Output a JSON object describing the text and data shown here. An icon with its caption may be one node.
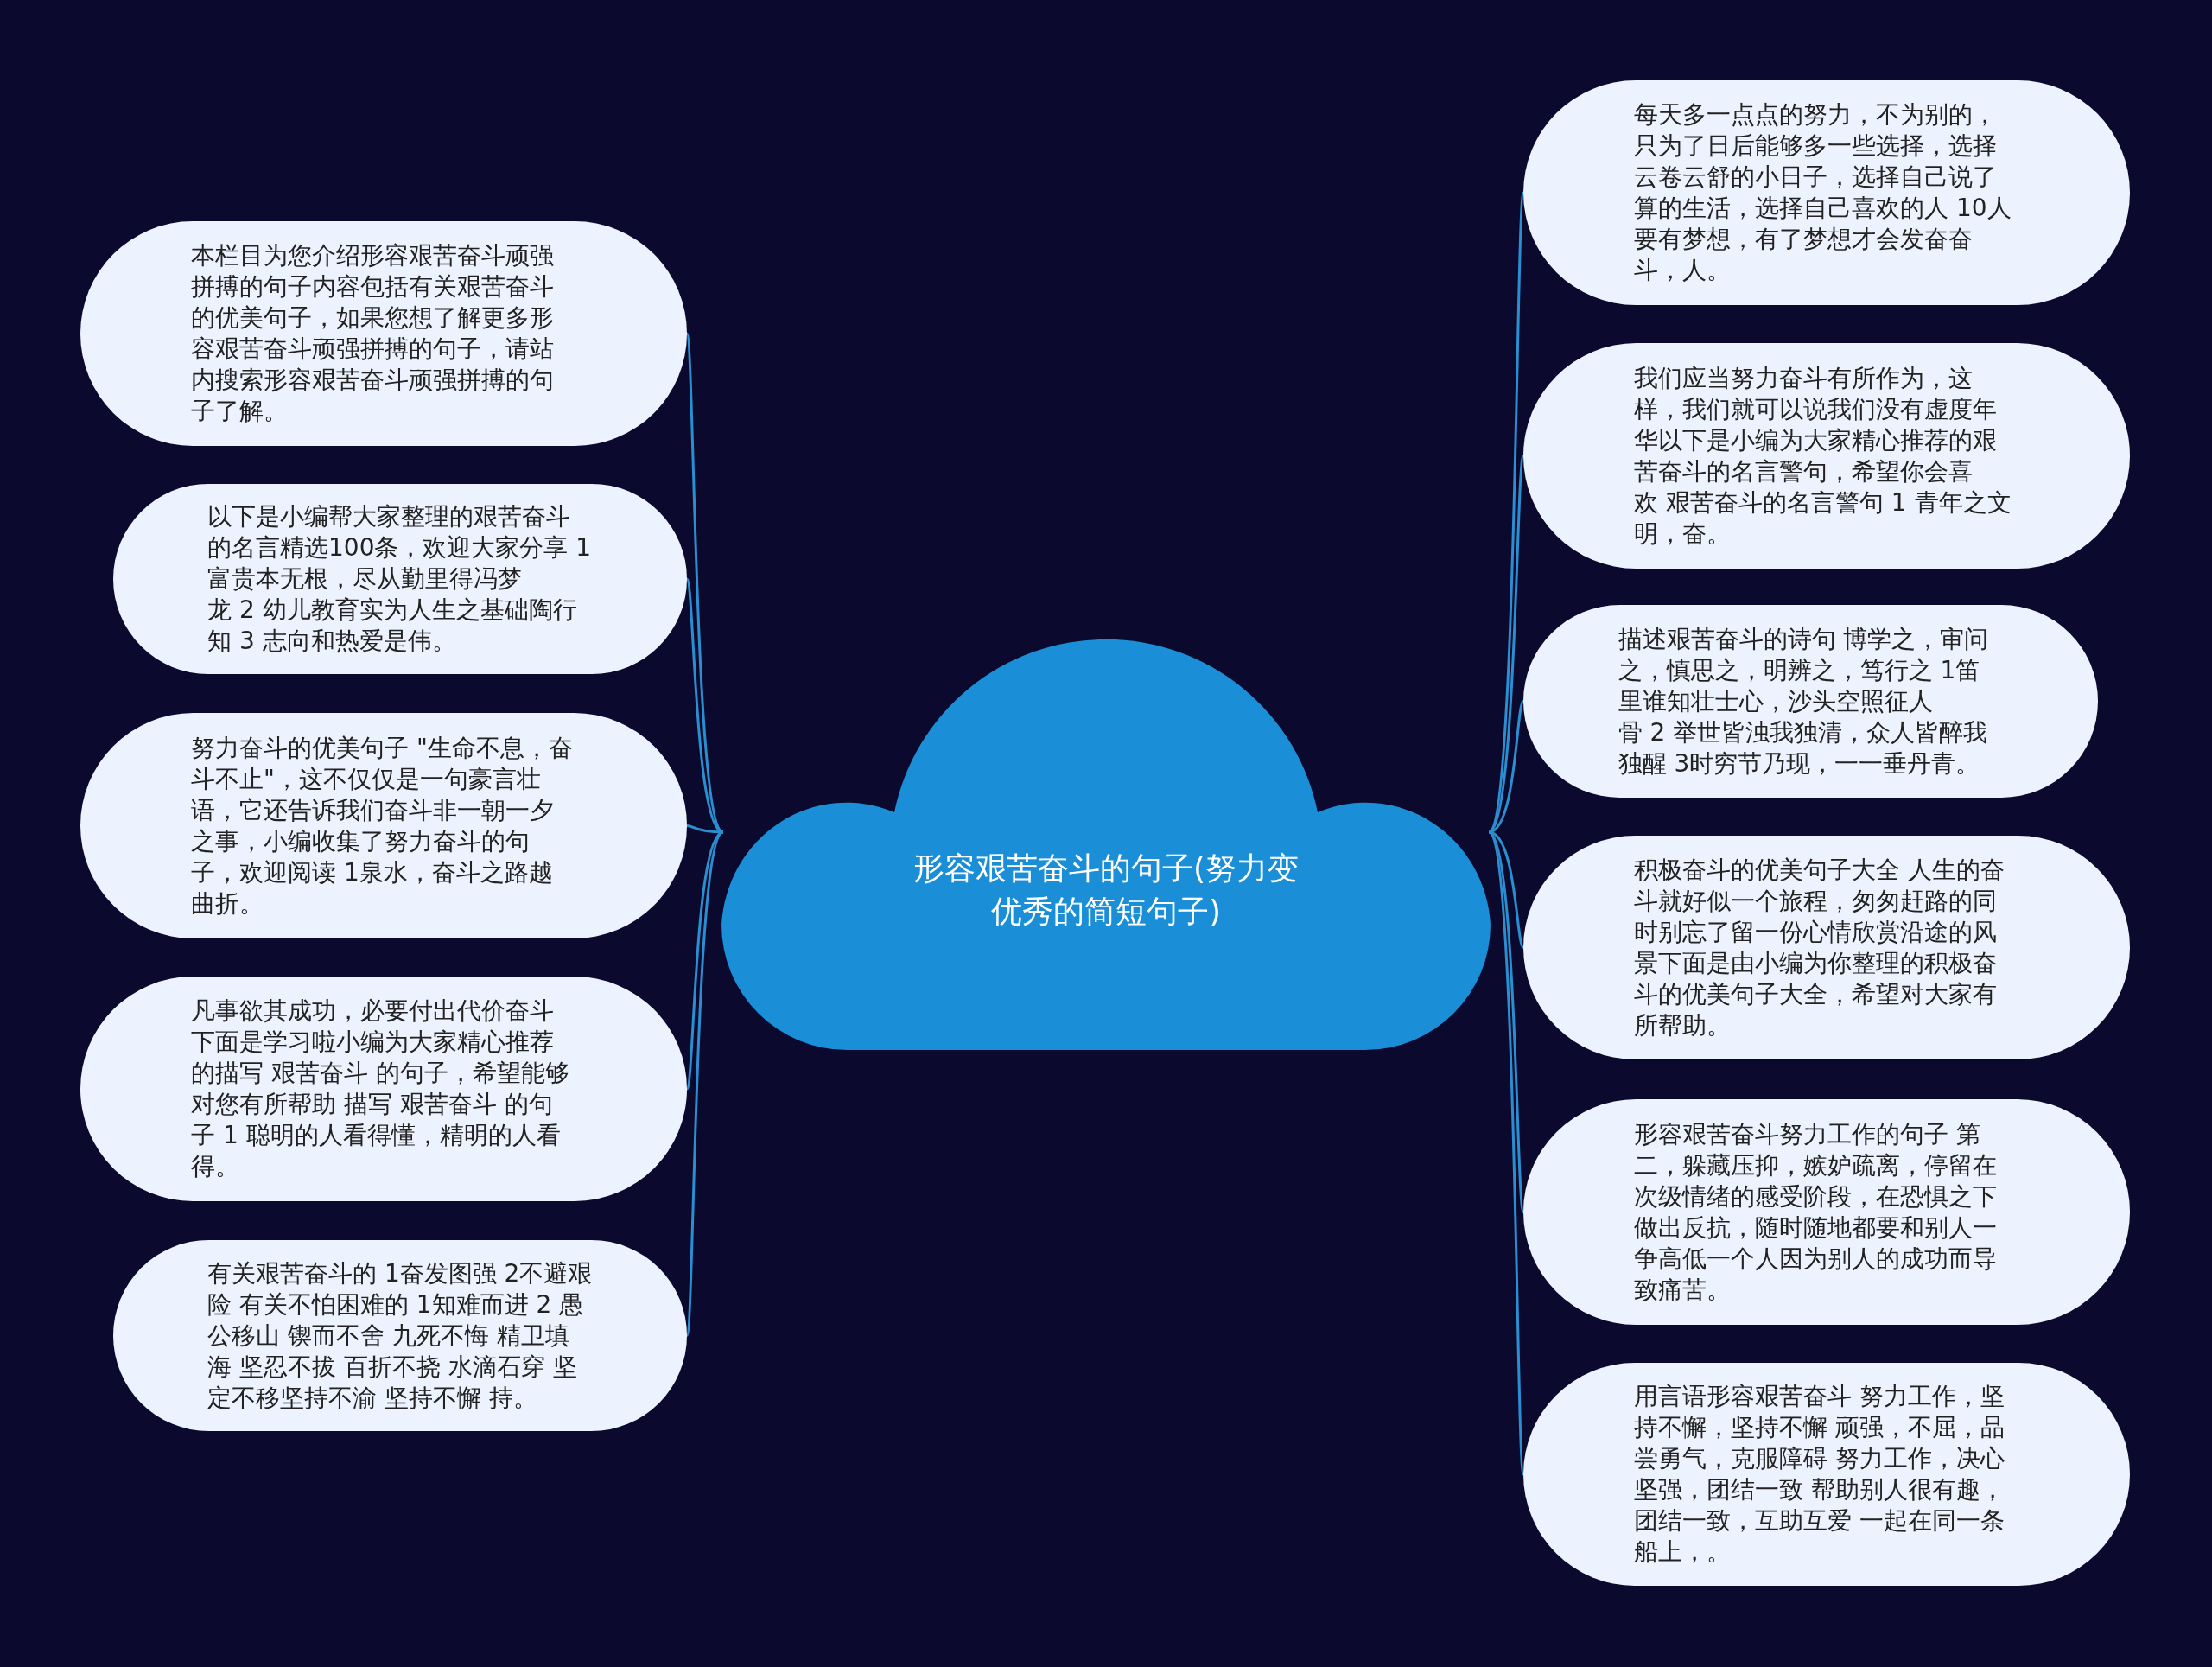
{
  "diagram": {
    "nodes": [
      {
        "text": [
          "形容艰苦奋斗的句子(努力变优秀的简短句子)"
        ]
      },
      {
        "text": [
          "本栏目为您介绍形容艰苦奋斗顽强拼搏的句子内容包括有关艰苦奋斗的优美句子，如果您想了解更多形容艰苦奋斗顽强拼搏的句子，请站内搜索形容艰苦奋斗顽强拼搏的句子了解。"
        ]
      },
      {
        "text": [
          "以下是小编帮大家整理的艰苦奋斗的名言精选100条，欢迎大家分享 1富贵本无根，尽从勤里得冯梦龙 2 幼儿教育实为人生之基础陶行知 3 志向和热爱是伟。"
        ]
      },
      {
        "text": [
          "努力奋斗的优美句子 \"生命不息，奋斗不止\"，这不仅仅是一句豪言壮语，它还告诉我们奋斗非一朝一夕之事，小编收集了努力奋斗的句子，欢迎阅读 1泉水，奋斗之路越曲折。"
        ]
      },
      {
        "text": [
          "凡事欲其成功，必要付出代价奋斗下面是学习啦小编为大家精心推荐的描写 艰苦奋斗 的句子，希望能够对您有所帮助 描写 艰苦奋斗 的句子 1 聪明的人看得懂，精明的人看得。"
        ]
      },
      {
        "text": [
          "有关艰苦奋斗的 1奋发图强 2不避艰险 有关不怕困难的 1知难而进 2 愚公移山 锲而不舍 九死不悔 精卫填海 坚忍不拔 百折不挠 水滴石穿 坚定不移坚持不渝 坚持不懈 持。"
        ]
      },
      {
        "text": [
          "每天多一点点的努力，不为别的，只为了日后能够多一些选择，选择云卷云舒的小日子，选择自己说了算的生活，选择自己喜欢的人 10人要有梦想，有了梦想才会发奋奋斗，人。"
        ]
      },
      {
        "text": [
          "我们应当努力奋斗有所作为，这样，我们就可以说我们没有虚度年华以下是小编为大家精心推荐的艰苦奋斗的名言警句，希望你会喜欢 艰苦奋斗的名言警句 1 青年之文明，奋。"
        ]
      },
      {
        "text": [
          "描述艰苦奋斗的诗句 博学之，审问之，慎思之，明辨之，笃行之 1笛里谁知壮士心，沙头空照征人骨 2 举世皆浊我独清，众人皆醉我独醒 3时穷节乃现，一一垂丹青。"
        ]
      },
      {
        "text": [
          "积极奋斗的优美句子大全 人生的奋斗就好似一个旅程，匆匆赶路的同时别忘了留一份心情欣赏沿途的风景下面是由小编为你整理的积极奋斗的优美句子大全，希望对大家有所帮助。"
        ]
      },
      {
        "text": [
          "形容艰苦奋斗努力工作的句子 第二，躲藏压抑，嫉妒疏离，停留在次级情绪的感受阶段，在恐惧之下做出反抗，随时随地都要和别人一争高低一个人因为别人的成功而导致痛苦。"
        ]
      },
      {
        "text": [
          "用言语形容艰苦奋斗 努力工作，坚持不懈，坚持不懈 顽强，不屈，品尝勇气，克服障碍 努力工作，决心坚强，团结一致 帮助别人很有趣，团结一致，互助互爱 一起在同一条船上，。"
        ]
      }
    ],
    "edges": [
      {
        "from": 0,
        "to": 1,
        "arrow": "none"
      },
      {
        "from": 0,
        "to": 2,
        "arrow": "none"
      },
      {
        "from": 0,
        "to": 3,
        "arrow": "none"
      },
      {
        "from": 0,
        "to": 4,
        "arrow": "none"
      },
      {
        "from": 0,
        "to": 5,
        "arrow": "none"
      },
      {
        "from": 0,
        "to": 6,
        "arrow": "none"
      },
      {
        "from": 0,
        "to": 7,
        "arrow": "none"
      },
      {
        "from": 0,
        "to": 8,
        "arrow": "none"
      },
      {
        "from": 0,
        "to": 9,
        "arrow": "none"
      },
      {
        "from": 0,
        "to": 10,
        "arrow": "none"
      },
      {
        "from": 0,
        "to": 11,
        "arrow": "none"
      }
    ]
  }
}
